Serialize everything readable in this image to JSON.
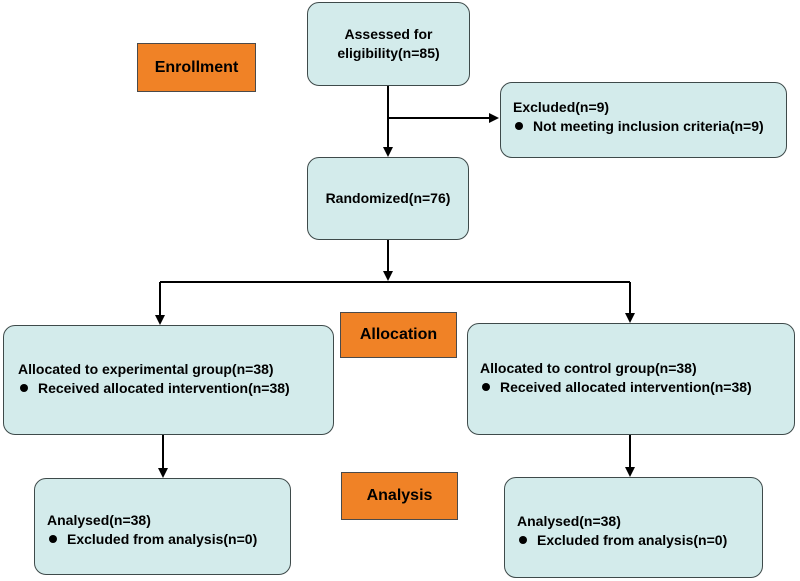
{
  "stages": {
    "enrollment": "Enrollment",
    "allocation": "Allocation",
    "analysis": "Analysis"
  },
  "boxes": {
    "assessed": {
      "line1": "Assessed for",
      "line2": "eligibility(n=85)"
    },
    "excluded": {
      "title": "Excluded(n=9)",
      "bullet": "Not meeting inclusion criteria(n=9)"
    },
    "randomized": {
      "title": "Randomized(n=76)"
    },
    "allocated_experimental": {
      "title": "Allocated to experimental group(n=38)",
      "bullet": "Received allocated intervention(n=38)"
    },
    "allocated_control": {
      "title": "Allocated to control group(n=38)",
      "bullet": "Received allocated intervention(n=38)"
    },
    "analysed_experimental": {
      "title": "Analysed(n=38)",
      "bullet": "Excluded from analysis(n=0)"
    },
    "analysed_control": {
      "title": "Analysed(n=38)",
      "bullet": "Excluded from analysis(n=0)"
    }
  },
  "colors": {
    "box_fill": "#d3ebeb",
    "stage_fill": "#f08226",
    "line": "#000000"
  }
}
